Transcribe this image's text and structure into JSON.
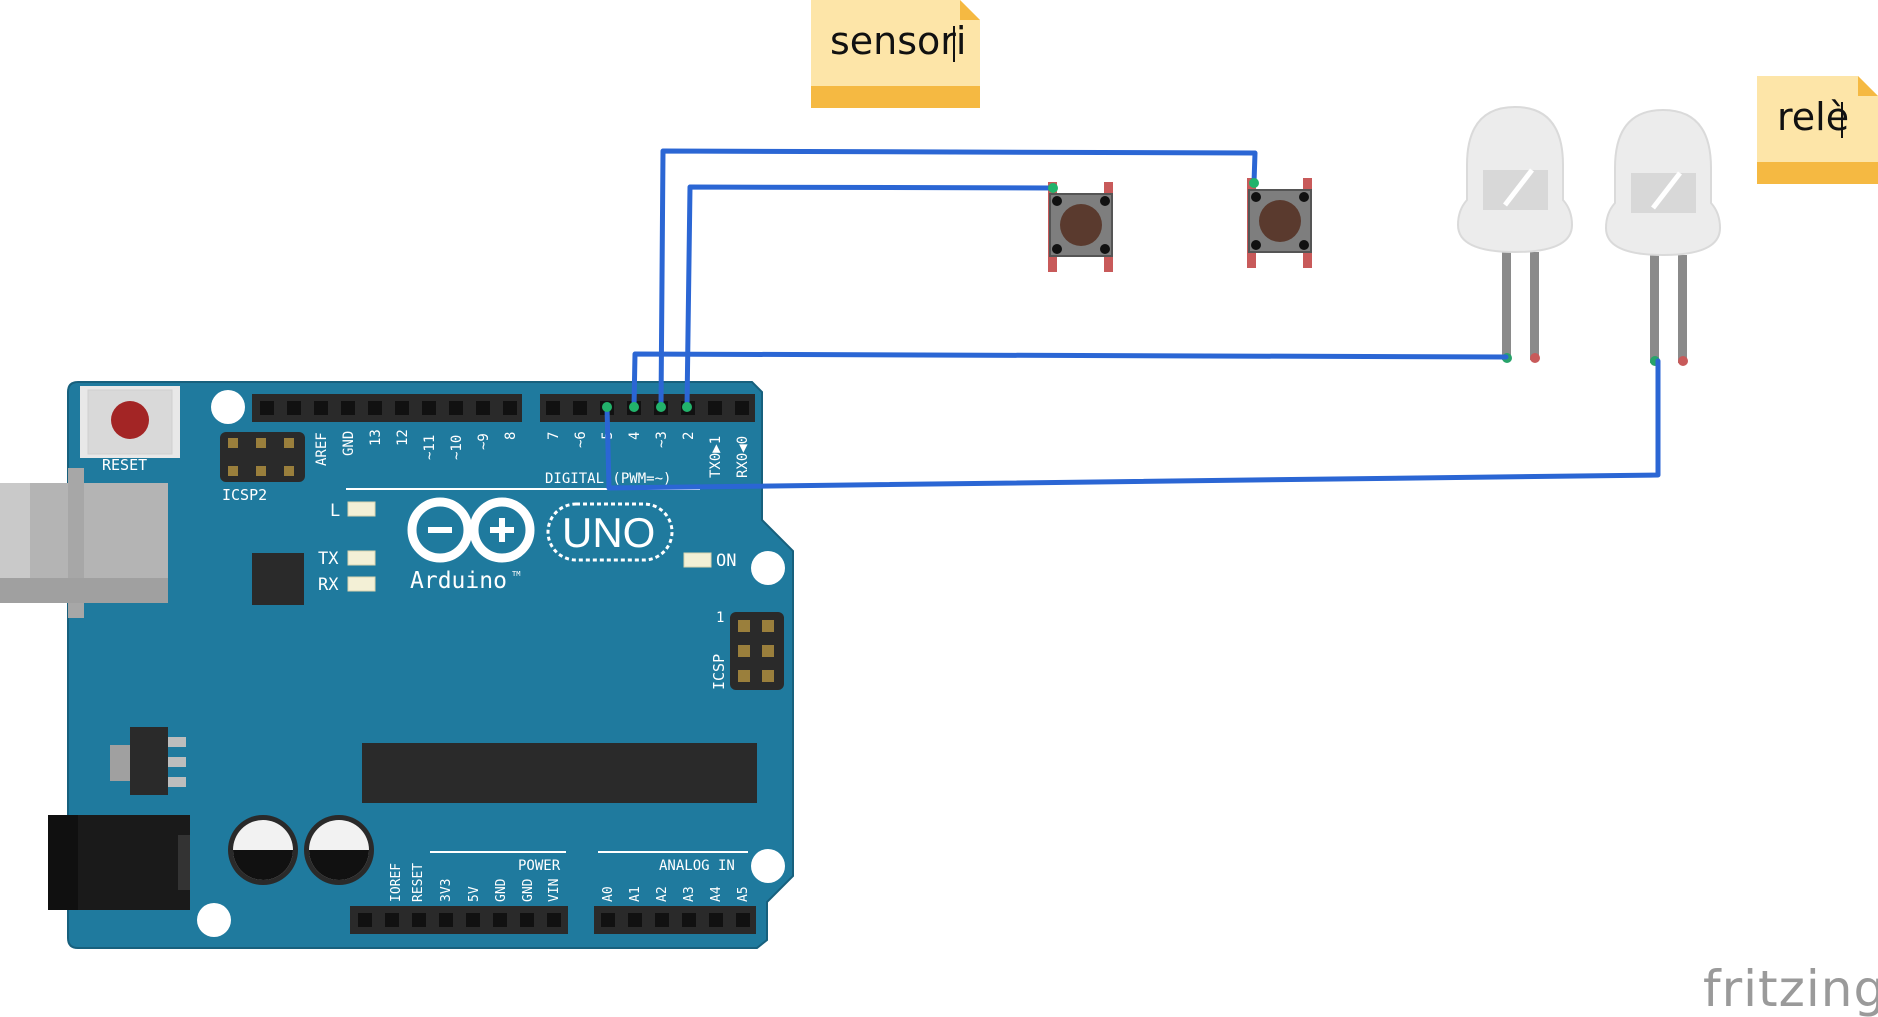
{
  "notes": {
    "sensors": "sensori",
    "relays": "relè"
  },
  "board": {
    "reset_label": "RESET",
    "icsp2_label": "ICSP2",
    "icsp_label": "ICSP",
    "icsp_pin1": "1",
    "led_l": "L",
    "led_tx": "TX",
    "led_rx": "RX",
    "led_on": "ON",
    "logo_word": "Arduino",
    "logo_tm": "TM",
    "model": "UNO",
    "digital_label": "DIGITAL (PWM=~)",
    "power_label": "POWER",
    "analog_label": "ANALOG IN",
    "top_pins_left": [
      "AREF",
      "GND",
      "13",
      "12",
      "~11",
      "~10",
      "~9",
      "8"
    ],
    "top_pins_right": [
      "7",
      "~6",
      "~5",
      "4",
      "~3",
      "2",
      "TX0▶1",
      "RX0◀0"
    ],
    "power_pins": [
      "IOREF",
      "RESET",
      "3V3",
      "5V",
      "GND",
      "GND",
      "VIN"
    ],
    "analog_pins": [
      "A0",
      "A1",
      "A2",
      "A3",
      "A4",
      "A5"
    ]
  },
  "brand": "fritzing",
  "colors": {
    "board": "#1f7a9e",
    "wire": "#2b66d4",
    "note": "#fde5a8",
    "note_bar": "#f5b942"
  }
}
